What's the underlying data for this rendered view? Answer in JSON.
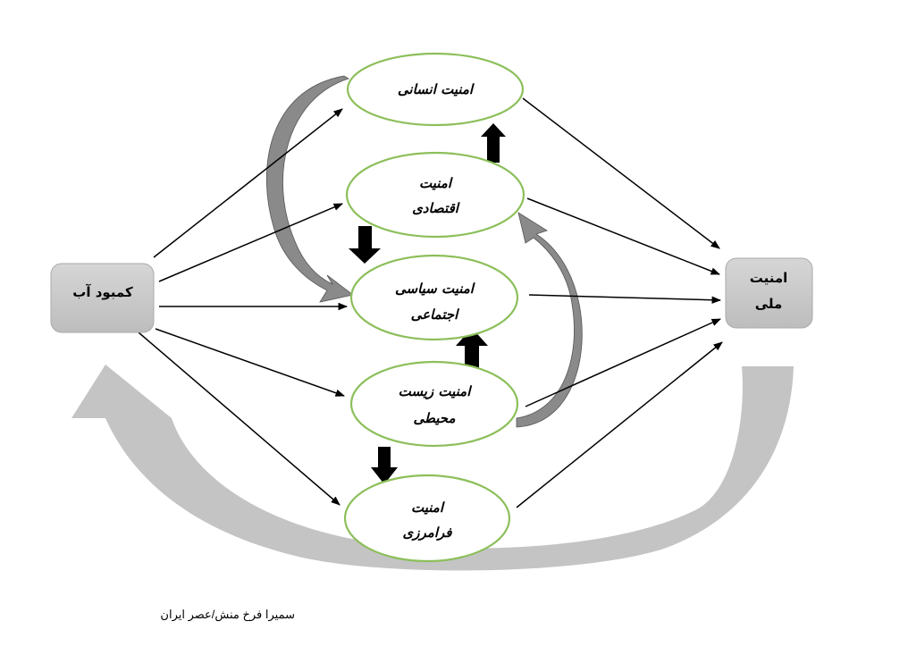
{
  "nodes": {
    "water_shortage": "كمبود آب",
    "human_security": "امنیت انسانی",
    "economic_security_1": "امنیت",
    "economic_security_2": "اقتصادی",
    "political_social_1": "امنیت سیاسی",
    "political_social_2": "اجتماعی",
    "environmental_1": "امنیت زیست",
    "environmental_2": "محیطی",
    "transboundary_1": "امنیت",
    "transboundary_2": "فرامرزی",
    "national_security_1": "امنیت",
    "national_security_2": "ملی"
  },
  "credit": "سمیرا فرخ منش/عصر ایران",
  "colors": {
    "ellipse_stroke": "#8cbf5a",
    "box_fill": "#c9c9c9",
    "big_arrow": "#c4c4c4",
    "curved_arrow": "#8a8a8a",
    "block_arrow": "#000000"
  }
}
